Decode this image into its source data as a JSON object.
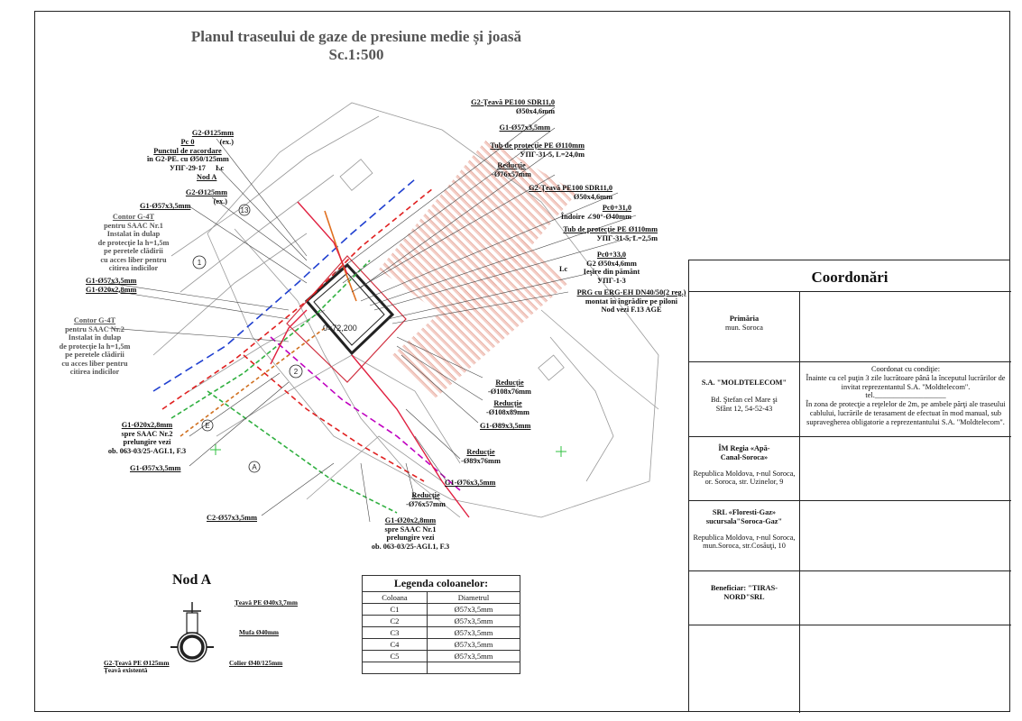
{
  "title": {
    "line1": "Planul traseului de gaze de presiune medie și joasă",
    "line2": "Sc.1:500"
  },
  "plan": {
    "elev": "0=72,200",
    "circles": [
      "13",
      "1",
      "2",
      "E",
      "A"
    ],
    "small_marks": [
      "Lc",
      "Lc"
    ]
  },
  "labels": {
    "l1": [
      "G2-Ţeavă PE100 SDR11,0",
      "Ø50x4,6mm"
    ],
    "l2": [
      "G1-Ø57x3,5mm"
    ],
    "l3": [
      "Tub de protecţie PE Ø110mm",
      "УПГ-31-5, L=24,0m"
    ],
    "l4": [
      "Reducţie",
      "-Ø76x57mm"
    ],
    "l5": [
      "G2-Ţeavă PE100 SDR11,0",
      "Ø50x4,6mm"
    ],
    "l6": [
      "Pc0+31,0",
      "Îndoire ∠90°-Ø40mm"
    ],
    "l7": [
      "Tub de protecţie PE Ø110mm",
      "УПГ-31-5, L=2,5m"
    ],
    "l8": [
      "Pc0+33,0",
      "G2 Ø50x4,6mm",
      "Ieşire din pământ",
      "УПГ-1-3"
    ],
    "l8_lc": "Lc",
    "l9": [
      "PRG cu ERG-EH DN40/50(2 reg.)",
      "montat  în îngrădire pe piloni",
      "Nod vezi F.13 AGE"
    ],
    "l10": [
      "G2-Ø125mm",
      "(ex.)"
    ],
    "l11": [
      "Pc 0",
      "Punctul  de racordare",
      "în G2-PE. cu Ø50/125mm",
      "УПГ-29-17"
    ],
    "l11_lc": "Lc",
    "l12": [
      "Nod A"
    ],
    "l13": [
      "G2-Ø125mm",
      "(ex.)"
    ],
    "l14": [
      "G1-Ø57x3,5mm"
    ],
    "l15": [
      "Contor G-4T",
      "pentru SAAC Nr.1",
      "Instalat în dulap",
      "de protecţie la h=1,5m",
      "pe peretele clădirii",
      "cu acces liber pentru",
      "citirea indicilor"
    ],
    "l16": [
      "G1-Ø57x3,5mm",
      "G1-Ø20x2,8mm"
    ],
    "l17": [
      "Contor G-4T",
      "pentru SAAC Nr.2",
      "Instalat în dulap",
      "de protecţie la h=1,5m",
      "pe peretele clădirii",
      "cu acces liber pentru",
      "citirea indicilor"
    ],
    "l18": [
      "Reducţie",
      "-Ø108x76mm"
    ],
    "l19": [
      "Reducţie",
      "-Ø108x89mm"
    ],
    "l20": [
      "G1-Ø89x3,5mm"
    ],
    "l21": [
      "G1-Ø20x2,8mm",
      "spre SAAC Nr.2",
      "prelungire vezi",
      "ob. 063-03/25-AGI.1, F.3"
    ],
    "l22": [
      "G1-Ø57x3,5mm"
    ],
    "l23": [
      "Reducţie",
      "-Ø89x76mm"
    ],
    "l24": [
      "G1-Ø76x3,5mm"
    ],
    "l25": [
      "Reducţie",
      "-Ø76x57mm"
    ],
    "l26": [
      "C2-Ø57x3,5mm"
    ],
    "l27": [
      "G1-Ø20x2,8mm",
      "spre SAAC Nr.1",
      "prelungire vezi",
      "ob. 063-03/25-AGI.1, F.3"
    ]
  },
  "coord": {
    "heading": "Coordonări",
    "rows": [
      {
        "org": "Primăria",
        "sub": "mun. Soroca",
        "note": ""
      },
      {
        "org": "S.A. \"MOLDTELECOM\"",
        "sub": "Bd. Ştefan cel Mare şi Sfânt 12, 54-52-43",
        "note": "Coordonat cu condiţie:\nÎnainte cu cel puţin 3 zile lucrătoare  până la începutul lucrărilor de invitat reprezentantul S.A. \"Moldtelecom\".\ntel.___________________\nÎn zona de protecţie a reţelelor de 2m, pe ambele părţi ale traseului cablului, lucrările de terasament de efectuat în mod manual, sub supravegherea obligatorie a reprezentantului S.A. \"Moldtelecom\"."
      },
      {
        "org": "ÎM Regia «Apă-Canal-Soroca»",
        "sub": "Republica Moldova, r-nul Soroca, or. Soroca, str. Uzinelor, 9",
        "note": ""
      },
      {
        "org": "SRL «Floresti-Gaz» sucursala\"Soroca-Gaz\"",
        "sub": "Republica Moldova, r-nul Soroca, mun.Soroca, str.Cosăuţi, 10",
        "note": ""
      },
      {
        "org": "Beneficiar: \"TIRAS-NORD\"SRL",
        "sub": "",
        "note": ""
      },
      {
        "org": "",
        "sub": "",
        "note": ""
      }
    ]
  },
  "nod_a": {
    "title": "Nod A",
    "labels": [
      "Ţeavă PE Ø40x3,7mm",
      "Mufa Ø40mm",
      "Colier Ø40/125mm",
      "G2-Ţeavă PE Ø125mm",
      "Ţeavă existentă"
    ]
  },
  "legend": {
    "title": "Legenda coloanelor:",
    "headers": [
      "Coloana",
      "Diametrul"
    ],
    "rows": [
      [
        "C1",
        "Ø57x3,5mm"
      ],
      [
        "C2",
        "Ø57x3,5mm"
      ],
      [
        "C3",
        "Ø57x3,5mm"
      ],
      [
        "C4",
        "Ø57x3,5mm"
      ],
      [
        "C5",
        "Ø57x3,5mm"
      ],
      [
        "",
        ""
      ]
    ]
  }
}
